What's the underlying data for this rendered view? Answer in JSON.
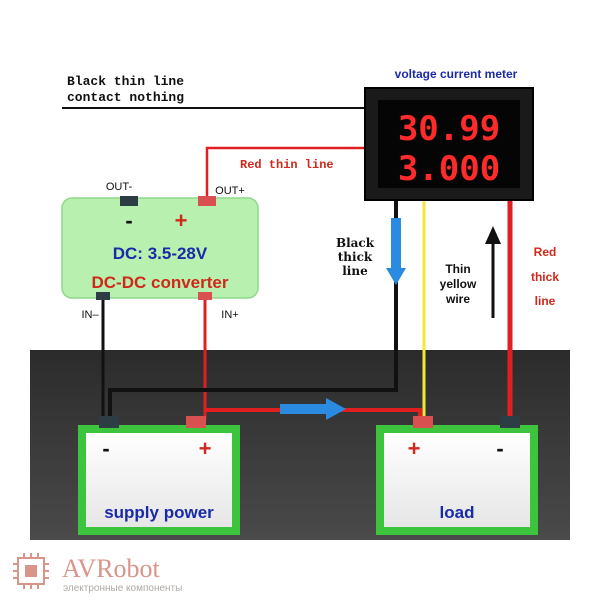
{
  "annotations": {
    "black_thin_line_1": "Black thin line",
    "black_thin_line_2": "contact nothing",
    "meter_title": "voltage  current meter",
    "red_thin_line": "Red thin line",
    "black_thick_1": "Black",
    "black_thick_2": "thick",
    "black_thick_3": "line",
    "thin_yellow_1": "Thin",
    "thin_yellow_2": "yellow",
    "thin_yellow_3": "wire",
    "red_thick_1": "Red",
    "red_thick_2": "thick",
    "red_thick_3": "line"
  },
  "meter": {
    "voltage": "30.99",
    "current": "3.000"
  },
  "converter": {
    "out_minus": "OUT-",
    "out_plus": "OUT+",
    "minus_sign": "-",
    "plus_sign": "+",
    "line1": "DC: 3.5-28V",
    "line2": "DC-DC converter",
    "in_minus": "IN–",
    "in_plus": "IN+"
  },
  "supply": {
    "minus_sign": "-",
    "plus_sign": "+",
    "label": "supply power"
  },
  "load": {
    "plus_sign": "+",
    "minus_sign": "-",
    "label": "load"
  },
  "logo": {
    "name": "AVRobot",
    "tagline": "электронные компоненты"
  },
  "colors": {
    "red_wire": "#e02020",
    "black_wire": "#111111",
    "yellow_wire": "#f5e43a",
    "green_box": "#3cc43c",
    "converter_fill": "#b8f0b0",
    "led_red": "#ff2a2a",
    "blue_arrow": "#2a8be0",
    "label_blue": "#1a2aa8",
    "label_red": "#d0281a"
  }
}
